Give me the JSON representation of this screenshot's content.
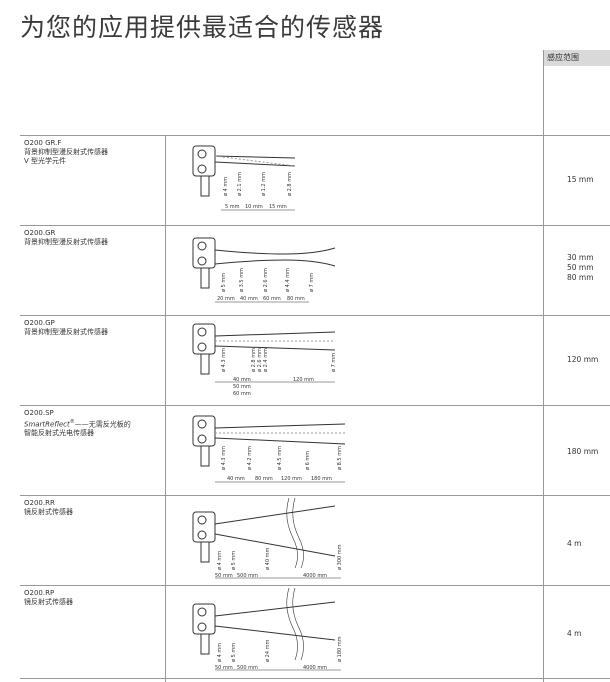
{
  "page_title": "为您的应用提供最适合的传感器",
  "header": {
    "range_label": "感应范围"
  },
  "rows": [
    {
      "model": "O200 GR.F",
      "desc1": "背景抑制型漫反射式传感器",
      "desc2": "V 型光学元件",
      "range": "15 mm",
      "dims": {
        "diam": [
          "ø 4 mm",
          "ø 2.1 mm",
          "ø 1.2 mm",
          "ø 2.8 mm"
        ],
        "dist": [
          "5 mm",
          "10 mm",
          "15 mm"
        ]
      }
    },
    {
      "model": "O200.GR",
      "desc1": "背景抑制型漫反射式传感器",
      "desc2": "",
      "range": "30 mm\n50 mm\n80 mm",
      "dims": {
        "diam": [
          "ø 5 mm",
          "ø 3.5 mm",
          "ø 2.6 mm",
          "ø 4.4 mm",
          "ø 7 mm"
        ],
        "dist": [
          "20 mm",
          "40 mm",
          "60 mm",
          "80 mm"
        ]
      }
    },
    {
      "model": "O200.GP",
      "desc1": "背景抑制型漫反射式传感器",
      "desc2": "",
      "range": "120 mm",
      "dims": {
        "diam": [
          "ø 4.3 mm",
          "ø 2.8 mm",
          "ø 2.6 mm",
          "ø 2.4 mm",
          "ø 7 mm"
        ],
        "dist": [
          "40 mm",
          "50 mm",
          "60 mm",
          "120 mm"
        ]
      }
    },
    {
      "model": "O200.SP",
      "desc1": "SmartReflect",
      "desc1_suffix": "——无需反光板的",
      "desc2": "智能反射式光电传感器",
      "range": "180 mm",
      "dims": {
        "diam": [
          "ø 4.3 mm",
          "ø 4.2 mm",
          "ø 4.5 mm",
          "ø 6 mm",
          "ø 8.5 mm"
        ],
        "dist": [
          "40 mm",
          "80 mm",
          "120 mm",
          "180 mm"
        ]
      }
    },
    {
      "model": "O200.RR",
      "desc1": "镜反射式传感器",
      "desc2": "",
      "range": "4 m",
      "dims": {
        "diam": [
          "ø 4 mm",
          "ø 5 mm",
          "ø 40 mm",
          "ø 300 mm"
        ],
        "dist": [
          "50 mm",
          "500 mm",
          "4000 mm"
        ]
      }
    },
    {
      "model": "O200.RP",
      "desc1": "镜反射式传感器",
      "desc2": "",
      "range": "4 m",
      "dims": {
        "diam": [
          "ø 4 mm",
          "ø 5 mm",
          "ø 24 mm",
          "ø 180 mm"
        ],
        "dist": [
          "50 mm",
          "500 mm",
          "4000 mm"
        ]
      }
    }
  ]
}
